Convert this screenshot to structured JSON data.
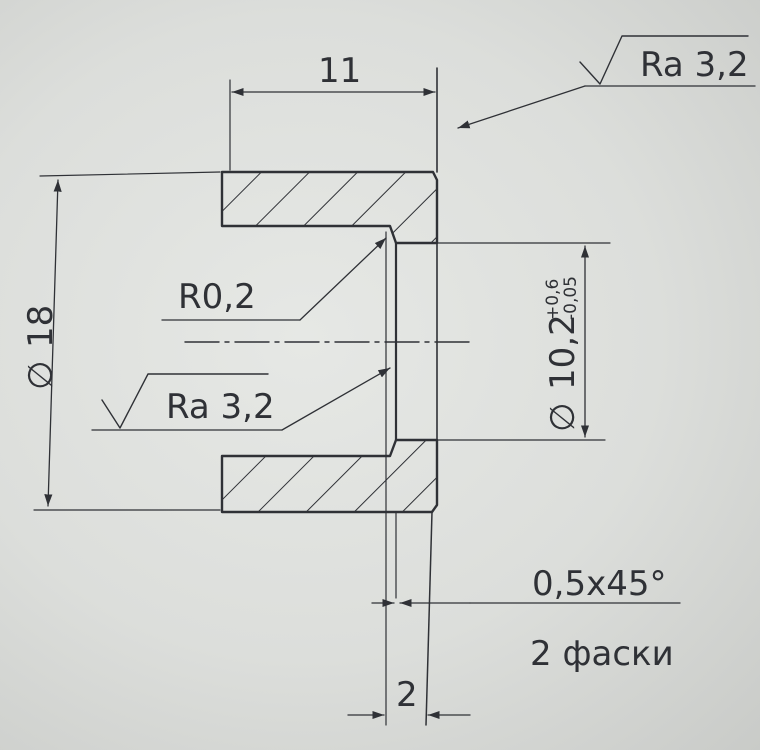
{
  "drawing": {
    "dim_length": "11",
    "roughness_top": "Ra 3,2",
    "roughness_bore": "Ra 3,2",
    "radius": "R0,2",
    "outer_diameter": "18",
    "bore_diameter": "10,2",
    "bore_tol_upper": "+0,6",
    "bore_tol_lower": "-0,05",
    "chamfer_size": "0,5x45°",
    "chamfer_count": "2 фаски",
    "flange_width": "2",
    "diameter_symbol": "∅"
  },
  "colors": {
    "paper": "#dcdedb",
    "ink": "#2f3136"
  }
}
